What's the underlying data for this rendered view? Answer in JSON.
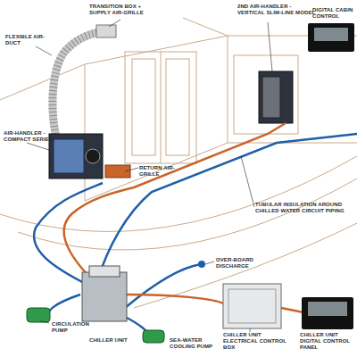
{
  "diagram": {
    "labels": [
      "FLEXIBLE AIR-DUCT",
      "TRANSITION BOX + SUPPLY AIR-GRILLE",
      "2ND AIR-HANDLER - VERTICAL SLIM-LINE MODEL",
      "DIGITAL CABIN CONTROL",
      "AIR-HANDLER - COMPACT SERIES",
      "RETURN AIR-GRILLE",
      "TUBULAR INSULATION AROUND CHILLED WATER CIRCUIT PIPING",
      "OVER-BOARD DISCHARGE",
      "CIRCULATION PUMP",
      "CHILLER UNIT",
      "SEA-WATER COOLING PUMP",
      "CHILLER UNIT ELECTRICAL CONTROL BOX",
      "CHILLER UNIT DIGITAL CONTROL PANEL"
    ]
  }
}
